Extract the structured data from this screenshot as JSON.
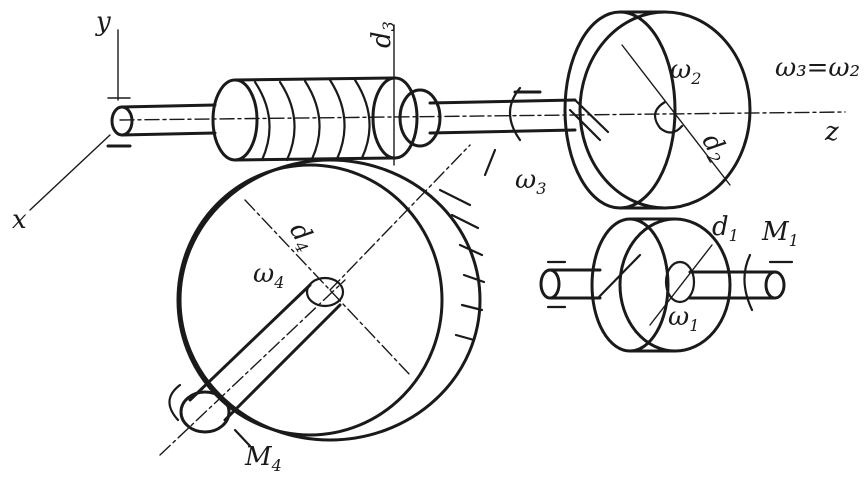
{
  "labels": {
    "y": "y",
    "x": "x",
    "z": "z",
    "d3": "d",
    "d3_sub": "3",
    "omega2": "ω",
    "omega2_sub": "2",
    "d2": "d",
    "d2_sub": "2",
    "omega3": "ω",
    "omega3_sub": "3",
    "d4": "d",
    "d4_sub": "4",
    "omega4": "ω",
    "omega4_sub": "4",
    "d1": "d",
    "d1_sub": "1",
    "M1": "M",
    "M1_sub": "1",
    "omega1": "ω",
    "omega1_sub": "1",
    "M4": "M",
    "M4_sub": "4",
    "equation": "ω₃=ω₂"
  }
}
